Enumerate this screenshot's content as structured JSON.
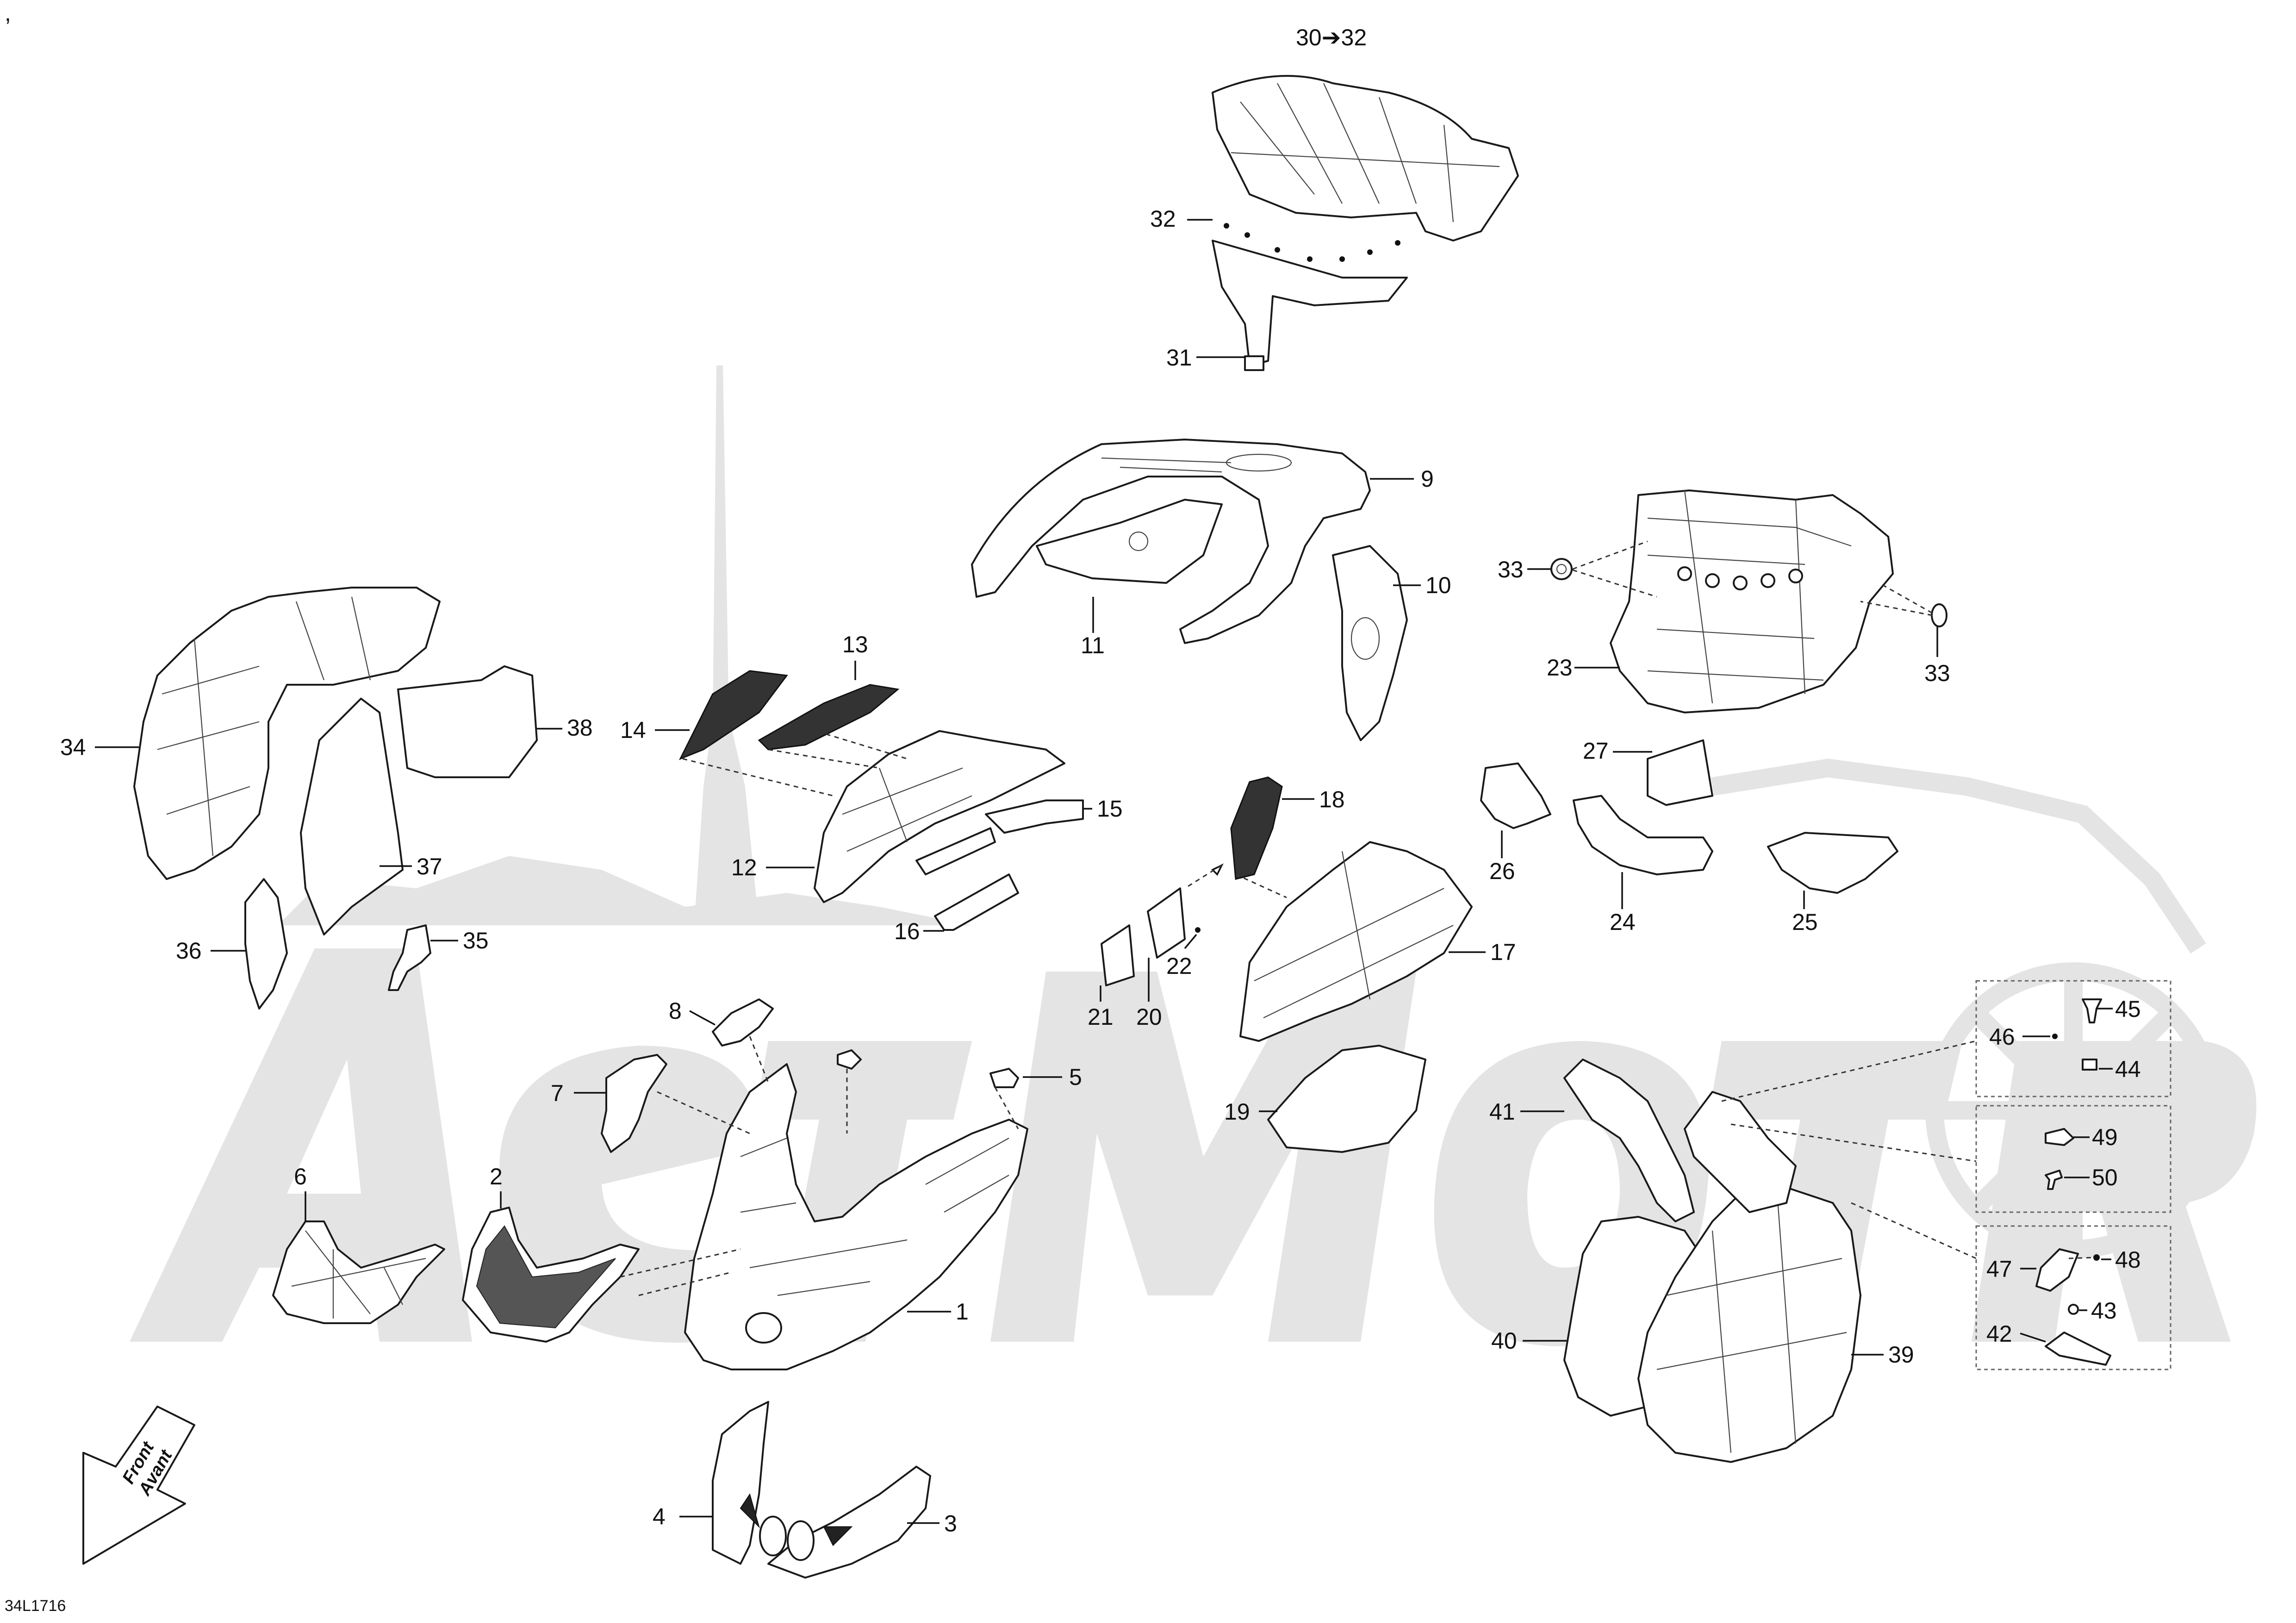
{
  "corner_mark": ",",
  "drawing_code": "34L1716",
  "direction_arrow": {
    "line1": "Front",
    "line2": "Avant"
  },
  "watermark_text": "AetMotor",
  "callouts": {
    "c1": "1",
    "c2": "2",
    "c3": "3",
    "c4": "4",
    "c5": "5",
    "c6": "6",
    "c7": "7",
    "c8": "8",
    "c9": "9",
    "c10": "10",
    "c11": "11",
    "c12": "12",
    "c13": "13",
    "c14": "14",
    "c15": "15",
    "c16": "16",
    "c17": "17",
    "c18": "18",
    "c19": "19",
    "c20": "20",
    "c21": "21",
    "c22": "22",
    "c23": "23",
    "c24": "24",
    "c25": "25",
    "c26": "26",
    "c27": "27",
    "c30_32": "30➔32",
    "c31": "31",
    "c32": "32",
    "c33a": "33",
    "c33b": "33",
    "c34": "34",
    "c35": "35",
    "c36": "36",
    "c37": "37",
    "c38": "38",
    "c39": "39",
    "c40": "40",
    "c41": "41",
    "c42": "42",
    "c43": "43",
    "c44": "44",
    "c45": "45",
    "c46": "46",
    "c47": "47",
    "c48": "48",
    "c49": "49",
    "c50": "50"
  }
}
